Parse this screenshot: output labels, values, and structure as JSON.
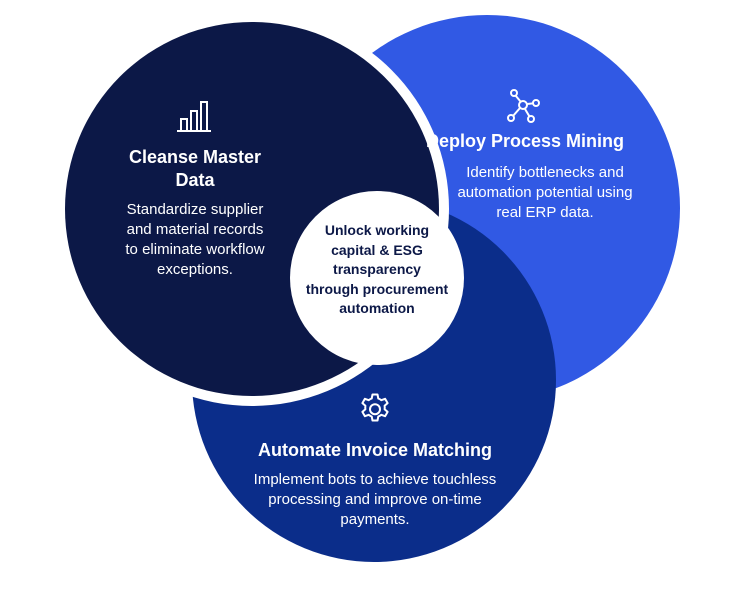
{
  "colors": {
    "dark_circle": "#0c1847",
    "blue_circle": "#3159e4",
    "navy_circle": "#0b2d8a",
    "center": "#ffffff",
    "text_light": "#ffffff",
    "text_dark": "#0c1847"
  },
  "center": {
    "text": "Unlock working capital & ESG transparency through procurement automation"
  },
  "sections": {
    "cleanse": {
      "icon": "bar-chart-icon",
      "title": "Cleanse Master Data",
      "body": "Standardize supplier and material records to eliminate workflow exceptions."
    },
    "deploy": {
      "icon": "network-nodes-icon",
      "title": "Deploy Process Mining",
      "body": "Identify bottlenecks and automation potential using real ERP data."
    },
    "automate": {
      "icon": "gear-icon",
      "title": "Automate Invoice Matching",
      "body": "Implement bots to achieve touchless processing and improve on-time payments."
    }
  }
}
